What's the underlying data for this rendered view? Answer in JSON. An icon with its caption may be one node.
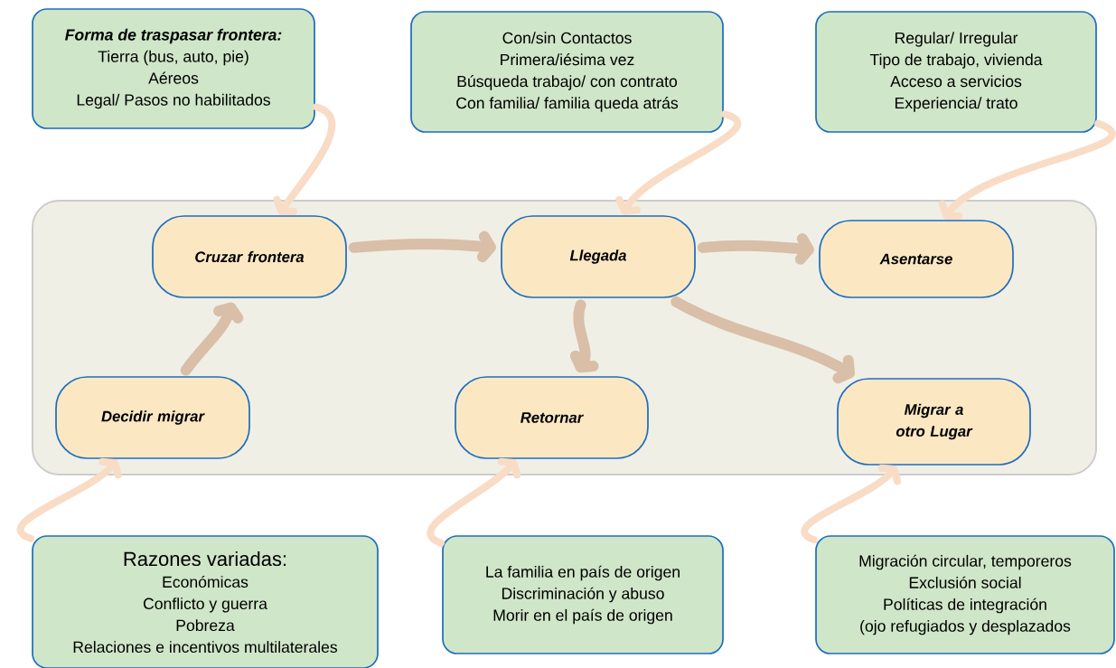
{
  "diagram": {
    "nodes": [
      {
        "text": [
          "Forma de traspasar frontera:",
          "Tierra (bus, auto, pie)",
          "Aéreos",
          "Legal/ Pasos no habilitados"
        ]
      },
      {
        "text": [
          "Con/sin Contactos",
          "Primera/iésima vez",
          "Búsqueda trabajo/ con contrato",
          "Con familia/ familia queda atrás"
        ]
      },
      {
        "text": [
          "Regular/ Irregular",
          "Tipo de trabajo, vivienda",
          "Acceso a servicios",
          "Experiencia/ trato"
        ]
      },
      {
        "text": [],
        "shape": "box"
      },
      {
        "text": [
          "Cruzar frontera"
        ],
        "in": 3
      },
      {
        "text": [
          "Llegada"
        ],
        "in": 3
      },
      {
        "text": [
          "Asentarse"
        ],
        "in": 3
      },
      {
        "text": [
          "Decidir migrar"
        ],
        "in": 3
      },
      {
        "text": [
          "Retornar"
        ],
        "in": 3
      },
      {
        "text": [
          "Migrar a otro Lugar"
        ],
        "in": 3
      },
      {
        "text": [
          "Razones variadas:",
          "Económicas",
          "Conflicto y guerra",
          "Pobreza",
          "Relaciones e incentivos multilaterales"
        ]
      },
      {
        "text": [
          "La familia en país de origen",
          "Discriminación y abuso",
          "Morir en el país de origen"
        ]
      },
      {
        "text": [
          "Migración circular, temporeros",
          "Exclusión social",
          "Políticas de integración",
          "(ojo refugiados y desplazados"
        ]
      }
    ],
    "edges": [
      {
        "from": 7,
        "to": 4,
        "arrow": "to"
      },
      {
        "from": 4,
        "to": 5,
        "arrow": "to"
      },
      {
        "from": 5,
        "to": 6,
        "arrow": "to"
      },
      {
        "from": 5,
        "to": 8,
        "arrow": "to"
      },
      {
        "from": 5,
        "to": 9,
        "arrow": "to"
      },
      {
        "from": 0,
        "to": 4,
        "arrow": "to",
        "color": "#f9dcc6"
      },
      {
        "from": 1,
        "to": 5,
        "arrow": "to",
        "color": "#f9dcc6"
      },
      {
        "from": 2,
        "to": 6,
        "arrow": "to",
        "color": "#f9dcc6"
      },
      {
        "from": 10,
        "to": 7,
        "arrow": "to",
        "color": "#f9dcc6"
      },
      {
        "from": 11,
        "to": 8,
        "arrow": "to",
        "color": "#f9dcc6"
      },
      {
        "from": 12,
        "to": 9,
        "arrow": "to",
        "color": "#f9dcc6"
      }
    ]
  }
}
